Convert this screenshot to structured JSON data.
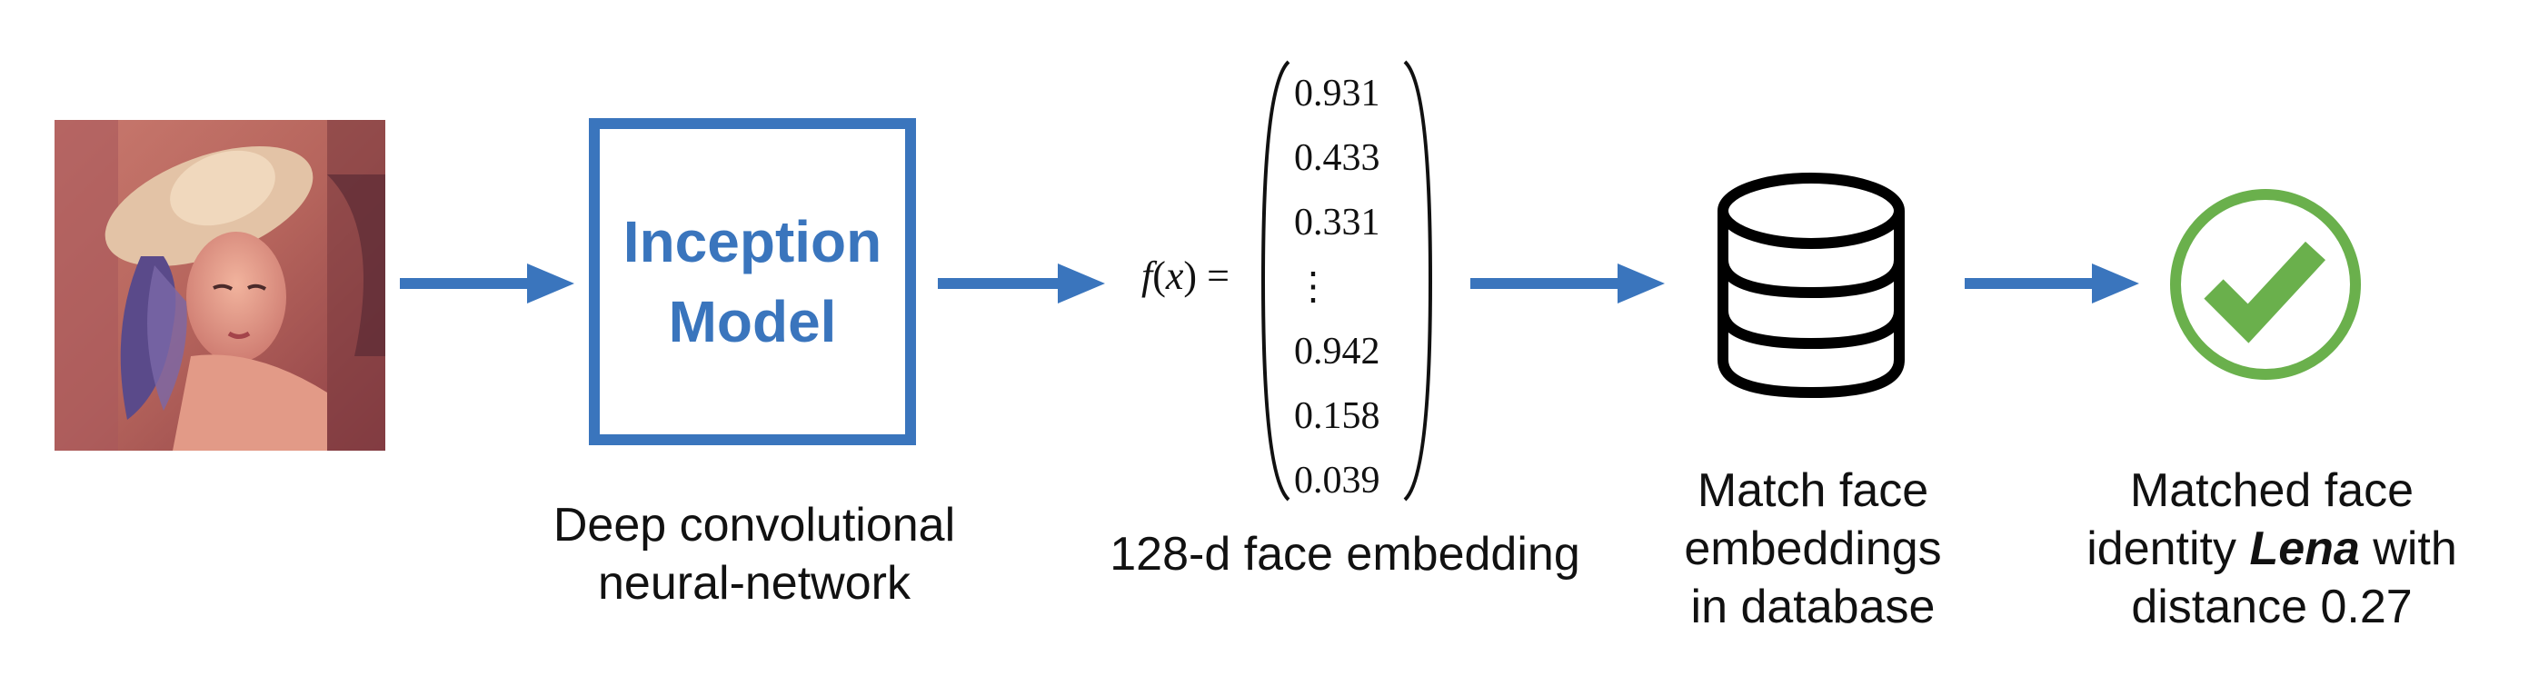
{
  "model": {
    "title_line1": "Inception",
    "title_line2": "Model",
    "caption_line1": "Deep convolutional",
    "caption_line2": "neural-network"
  },
  "embedding": {
    "lhs": "f(x) =",
    "values": [
      "0.931",
      "0.433",
      "0.331",
      "⋮",
      "0.942",
      "0.158",
      "0.039"
    ],
    "caption": "128-d face embedding"
  },
  "database": {
    "icon": "database-icon",
    "caption_line1": "Match face",
    "caption_line2": "embeddings",
    "caption_line3": "in database"
  },
  "result": {
    "icon": "checkmark-circle-icon",
    "caption_line1": "Matched face",
    "caption_prefix": "identity ",
    "caption_name": "Lena",
    "caption_suffix": " with",
    "caption_line3": "distance 0.27"
  },
  "colors": {
    "accent_blue": "#3a75bd",
    "check_green": "#6ab04c"
  }
}
